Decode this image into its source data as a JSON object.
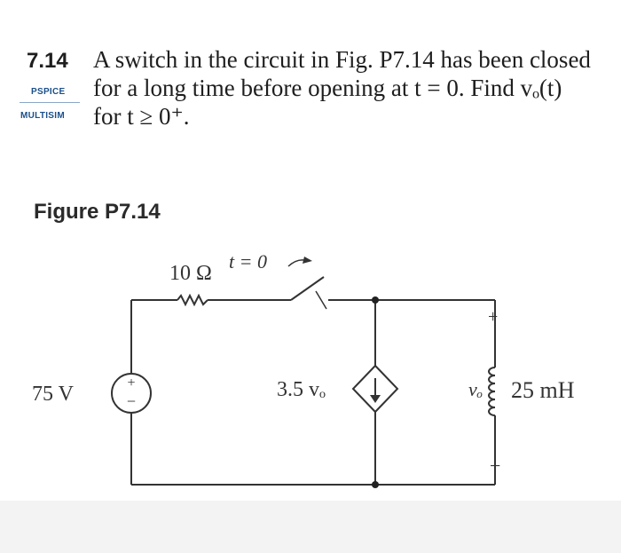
{
  "problem": {
    "number": "7.14",
    "line1": "A switch in the circuit in Fig. P7.14 has been closed",
    "line2": "for a long time before opening at t = 0. Find vₒ(t)",
    "line3": "for t ≥ 0⁺.",
    "tags": [
      "PSPICE",
      "MULTISIM"
    ]
  },
  "figure": {
    "title": "Figure P7.14",
    "resistor_label": "10 Ω",
    "switch_label": "t = 0",
    "source_label": "75 V",
    "dependent_source_label": "3.5 vₒ",
    "output_label": "vₒ",
    "output_plus": "+",
    "output_minus": "−",
    "inductor_label": "25 mH",
    "source_plus": "+",
    "source_minus": "−"
  },
  "colors": {
    "accent_tag": "#1a4f8a",
    "wire": "#333333"
  }
}
